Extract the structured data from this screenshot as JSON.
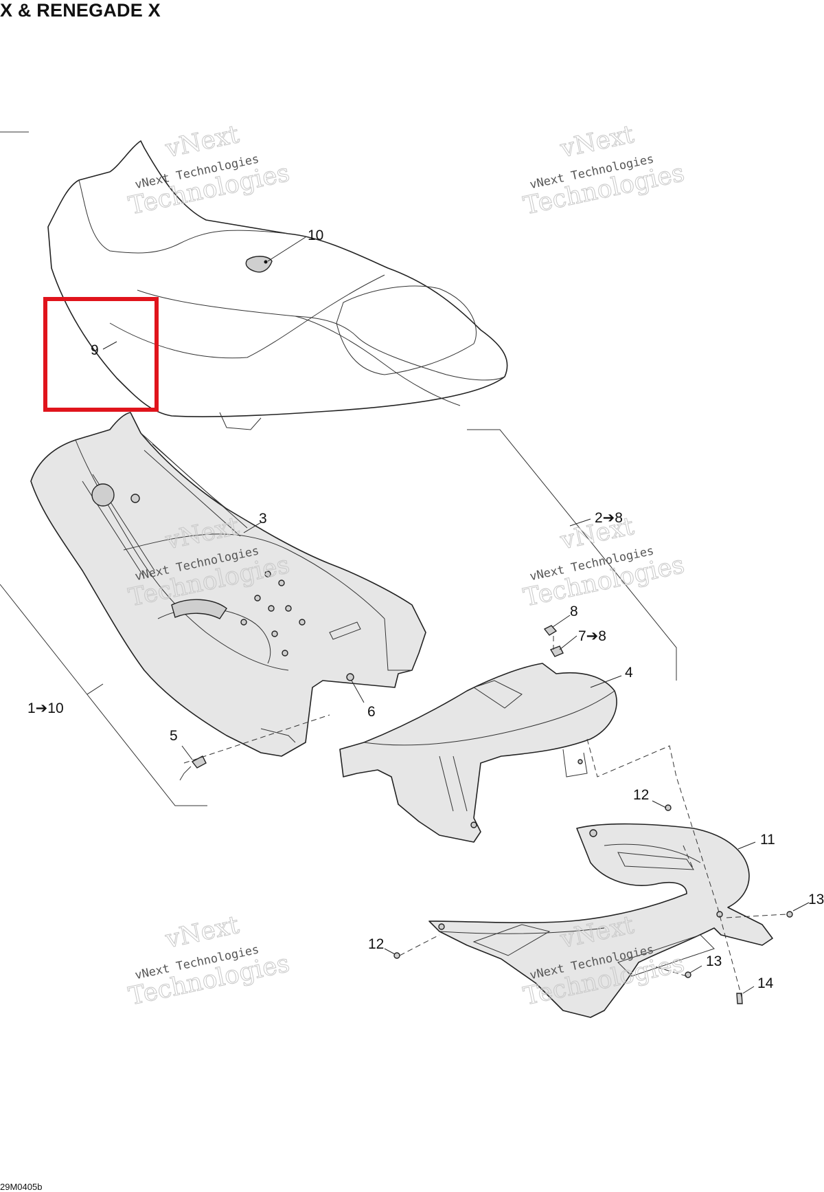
{
  "header": {
    "title": "X & RENEGADE X"
  },
  "footer": {
    "drawing_code": "29M0405b"
  },
  "watermark": {
    "line1": "vNext",
    "line2": "vNext Technologies",
    "line3": "Technologies"
  },
  "callouts": {
    "c1": "1➔10",
    "c2": "2➔8",
    "c3": "3",
    "c4": "4",
    "c5": "5",
    "c6": "6",
    "c7": "7➔8",
    "c8": "8",
    "c9": "9",
    "c10": "10",
    "c11": "11",
    "c12a": "12",
    "c12b": "12",
    "c13a": "13",
    "c13b": "13",
    "c14": "14"
  },
  "colors": {
    "highlight": "#e0141c",
    "line": "#222222",
    "watermark": "#c8c8c8"
  }
}
